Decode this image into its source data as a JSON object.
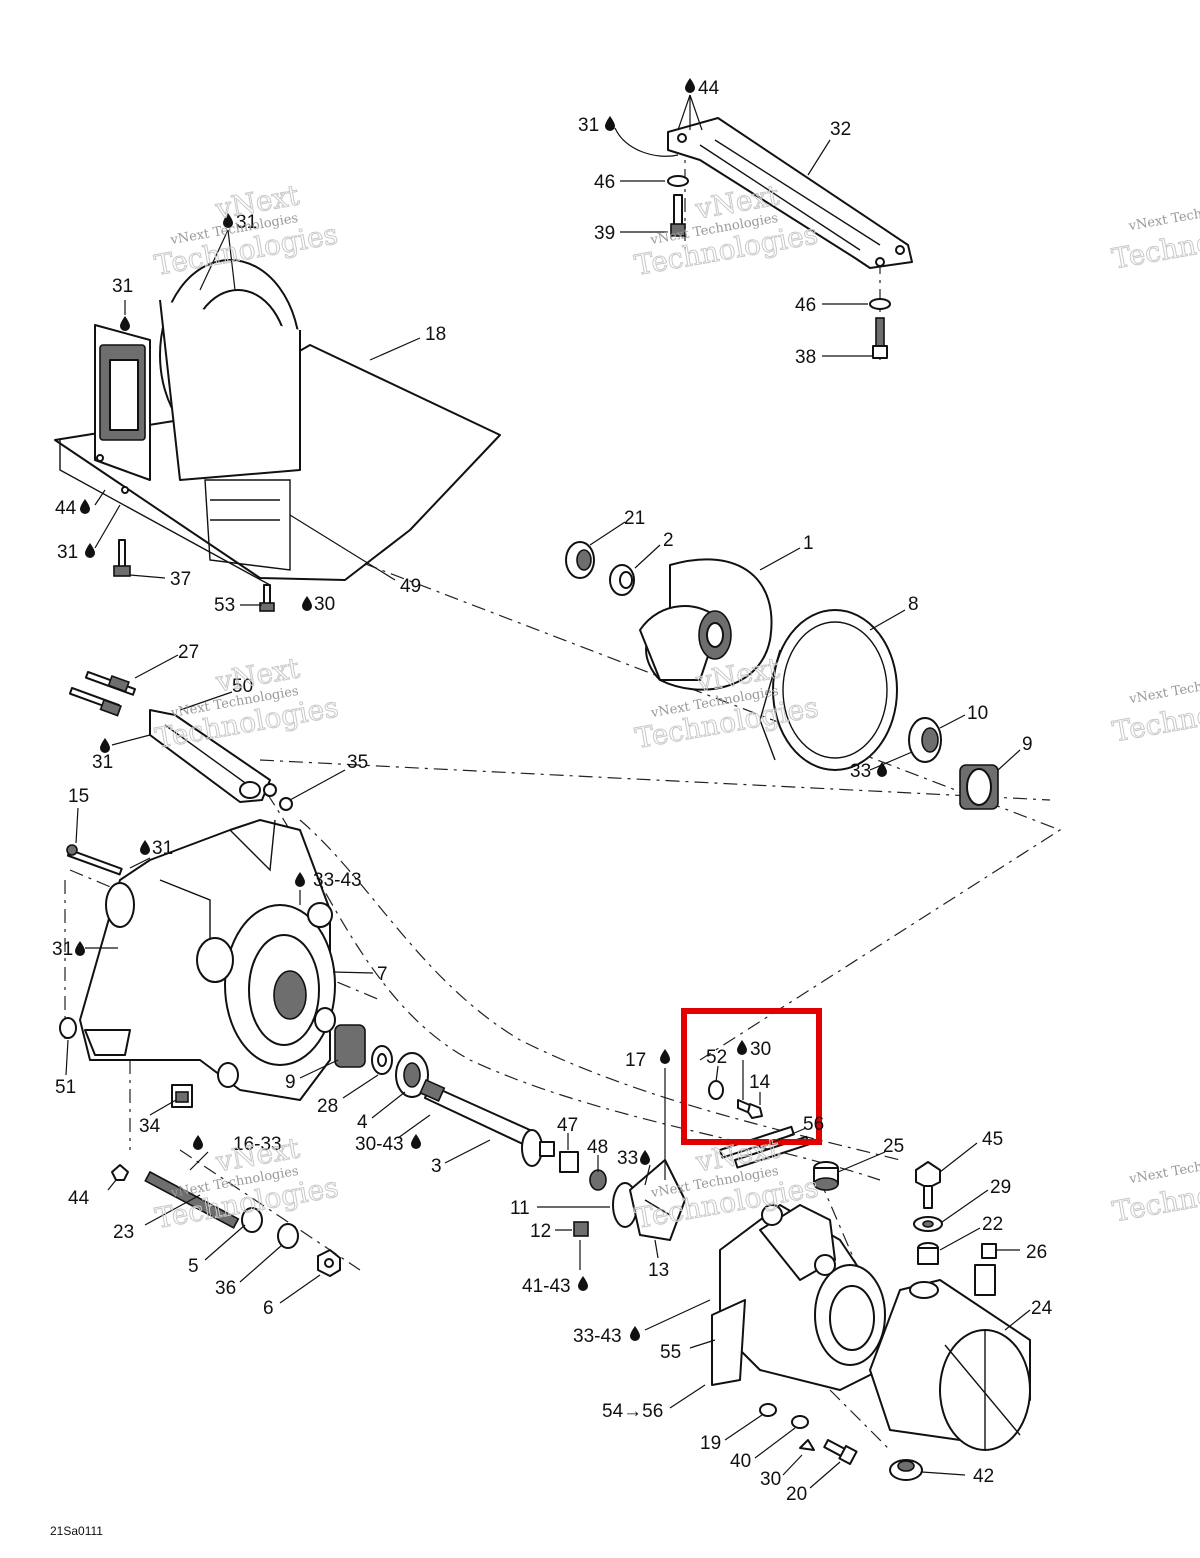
{
  "diagram_code": "21Sa0111",
  "watermark": {
    "line1": "vNext",
    "line2": "Technologies",
    "small": "vNext Technologies"
  },
  "highlight": {
    "color": "#e00000"
  },
  "callouts": {
    "c1": "1",
    "c2": "2",
    "c3": "3",
    "c4": "4",
    "c5": "5",
    "c6": "6",
    "c7": "7",
    "c8": "8",
    "c9a": "9",
    "c9b": "9",
    "c10": "10",
    "c11": "11",
    "c12": "12",
    "c13": "13",
    "c14": "14",
    "c15": "15",
    "c16": "16-33",
    "c17": "17",
    "c18": "18",
    "c19": "19",
    "c20": "20",
    "c21": "21",
    "c22": "22",
    "c23": "23",
    "c24": "24",
    "c25": "25",
    "c26": "26",
    "c27": "27",
    "c28": "28",
    "c29": "29",
    "c30a": "30",
    "c30b": "30",
    "c30c": "30",
    "c30d": "30-43",
    "c31a": "31",
    "c31b": "31",
    "c31c": "31",
    "c31d": "31",
    "c31e": "31",
    "c31f": "31",
    "c31g": "31",
    "c32": "32",
    "c33a": "33",
    "c33b": "33",
    "c33c": "33-43",
    "c33d": "33-43",
    "c34": "34",
    "c35": "35",
    "c36": "36",
    "c37": "37",
    "c38": "38",
    "c39": "39",
    "c40": "40",
    "c41": "41-43",
    "c42": "42",
    "c44a": "44",
    "c44b": "44",
    "c44c": "44",
    "c45": "45",
    "c46a": "46",
    "c46b": "46",
    "c47": "47",
    "c48": "48",
    "c49": "49",
    "c50": "50",
    "c51": "51",
    "c52": "52",
    "c53": "53",
    "c54": "54→56",
    "c55": "55",
    "c56": "56"
  }
}
